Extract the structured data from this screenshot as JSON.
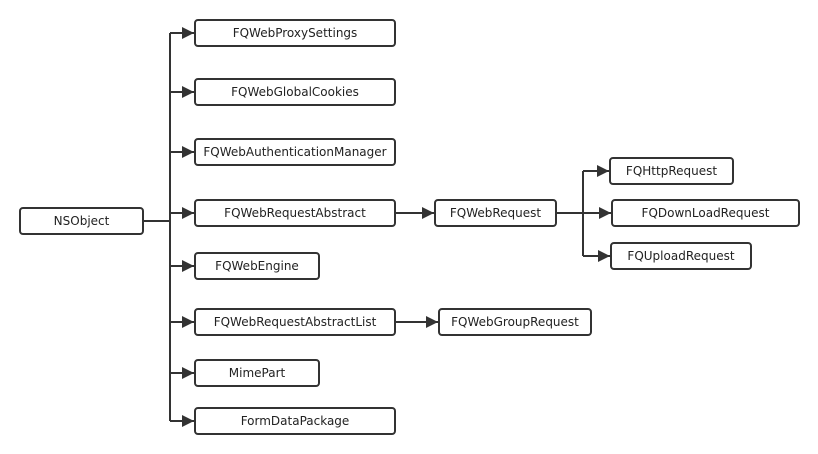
{
  "nodes": [
    {
      "id": "nsobject",
      "label": "NSObject"
    },
    {
      "id": "proxy",
      "label": "FQWebProxySettings"
    },
    {
      "id": "cookies",
      "label": "FQWebGlobalCookies"
    },
    {
      "id": "auth",
      "label": "FQWebAuthenticationManager"
    },
    {
      "id": "abstract",
      "label": "FQWebRequestAbstract"
    },
    {
      "id": "engine",
      "label": "FQWebEngine"
    },
    {
      "id": "abstractlist",
      "label": "FQWebRequestAbstractList"
    },
    {
      "id": "mime",
      "label": "MimePart"
    },
    {
      "id": "form",
      "label": "FormDataPackage"
    },
    {
      "id": "webrequest",
      "label": "FQWebRequest"
    },
    {
      "id": "group",
      "label": "FQWebGroupRequest"
    },
    {
      "id": "http",
      "label": "FQHttpRequest"
    },
    {
      "id": "download",
      "label": "FQDownLoadRequest"
    },
    {
      "id": "upload",
      "label": "FQUploadRequest"
    }
  ],
  "edges": [
    {
      "from": "nsobject",
      "to": "proxy"
    },
    {
      "from": "nsobject",
      "to": "cookies"
    },
    {
      "from": "nsobject",
      "to": "auth"
    },
    {
      "from": "nsobject",
      "to": "abstract"
    },
    {
      "from": "nsobject",
      "to": "engine"
    },
    {
      "from": "nsobject",
      "to": "abstractlist"
    },
    {
      "from": "nsobject",
      "to": "mime"
    },
    {
      "from": "nsobject",
      "to": "form"
    },
    {
      "from": "abstract",
      "to": "webrequest"
    },
    {
      "from": "abstractlist",
      "to": "group"
    },
    {
      "from": "webrequest",
      "to": "http"
    },
    {
      "from": "webrequest",
      "to": "download"
    },
    {
      "from": "webrequest",
      "to": "upload"
    }
  ],
  "colors": {
    "line": "#333333",
    "box_border": "#333333",
    "text": "#222222",
    "background": "#ffffff"
  }
}
